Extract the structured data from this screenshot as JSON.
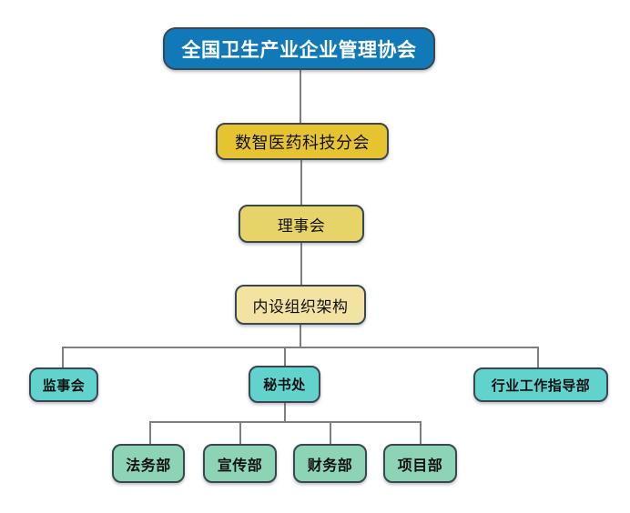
{
  "org_chart": {
    "type": "org-tree",
    "nodes": {
      "root": {
        "label": "全国卫生产业企业管理协会",
        "level": 1,
        "fill": "#1279b8",
        "text_color": "#ffffff"
      },
      "branch": {
        "label": "数智医药科技分会",
        "level": 2,
        "fill": "#e6c431",
        "text_color": "#111111"
      },
      "council": {
        "label": "理事会",
        "level": 3,
        "fill": "#e7d468",
        "text_color": "#111111"
      },
      "structure": {
        "label": "内设组织架构",
        "level": 4,
        "fill": "#f2e3a3",
        "text_color": "#111111"
      },
      "supervisors": {
        "label": "监事会",
        "level": 5,
        "fill": "#62d2cd",
        "text_color": "#111111"
      },
      "secretariat": {
        "label": "秘书处",
        "level": 5,
        "fill": "#62d2cd",
        "text_color": "#111111"
      },
      "industry_guidance": {
        "label": "行业工作指导部",
        "level": 5,
        "fill": "#62d2cd",
        "text_color": "#111111"
      },
      "legal": {
        "label": "法务部",
        "level": 6,
        "fill": "#8dd4b6",
        "text_color": "#111111"
      },
      "publicity": {
        "label": "宣传部",
        "level": 6,
        "fill": "#8dd4b6",
        "text_color": "#111111"
      },
      "finance": {
        "label": "财务部",
        "level": 6,
        "fill": "#8dd4b6",
        "text_color": "#111111"
      },
      "project": {
        "label": "项目部",
        "level": 6,
        "fill": "#8dd4b6",
        "text_color": "#111111"
      }
    },
    "edges": [
      [
        "root",
        "branch"
      ],
      [
        "branch",
        "council"
      ],
      [
        "council",
        "structure"
      ],
      [
        "structure",
        "supervisors"
      ],
      [
        "structure",
        "secretariat"
      ],
      [
        "structure",
        "industry_guidance"
      ],
      [
        "secretariat",
        "legal"
      ],
      [
        "secretariat",
        "publicity"
      ],
      [
        "secretariat",
        "finance"
      ],
      [
        "secretariat",
        "project"
      ]
    ],
    "colors": {
      "border": "#3a474f",
      "line": "#7f7f7f",
      "background": "#ffffff",
      "text": "#111111"
    }
  }
}
